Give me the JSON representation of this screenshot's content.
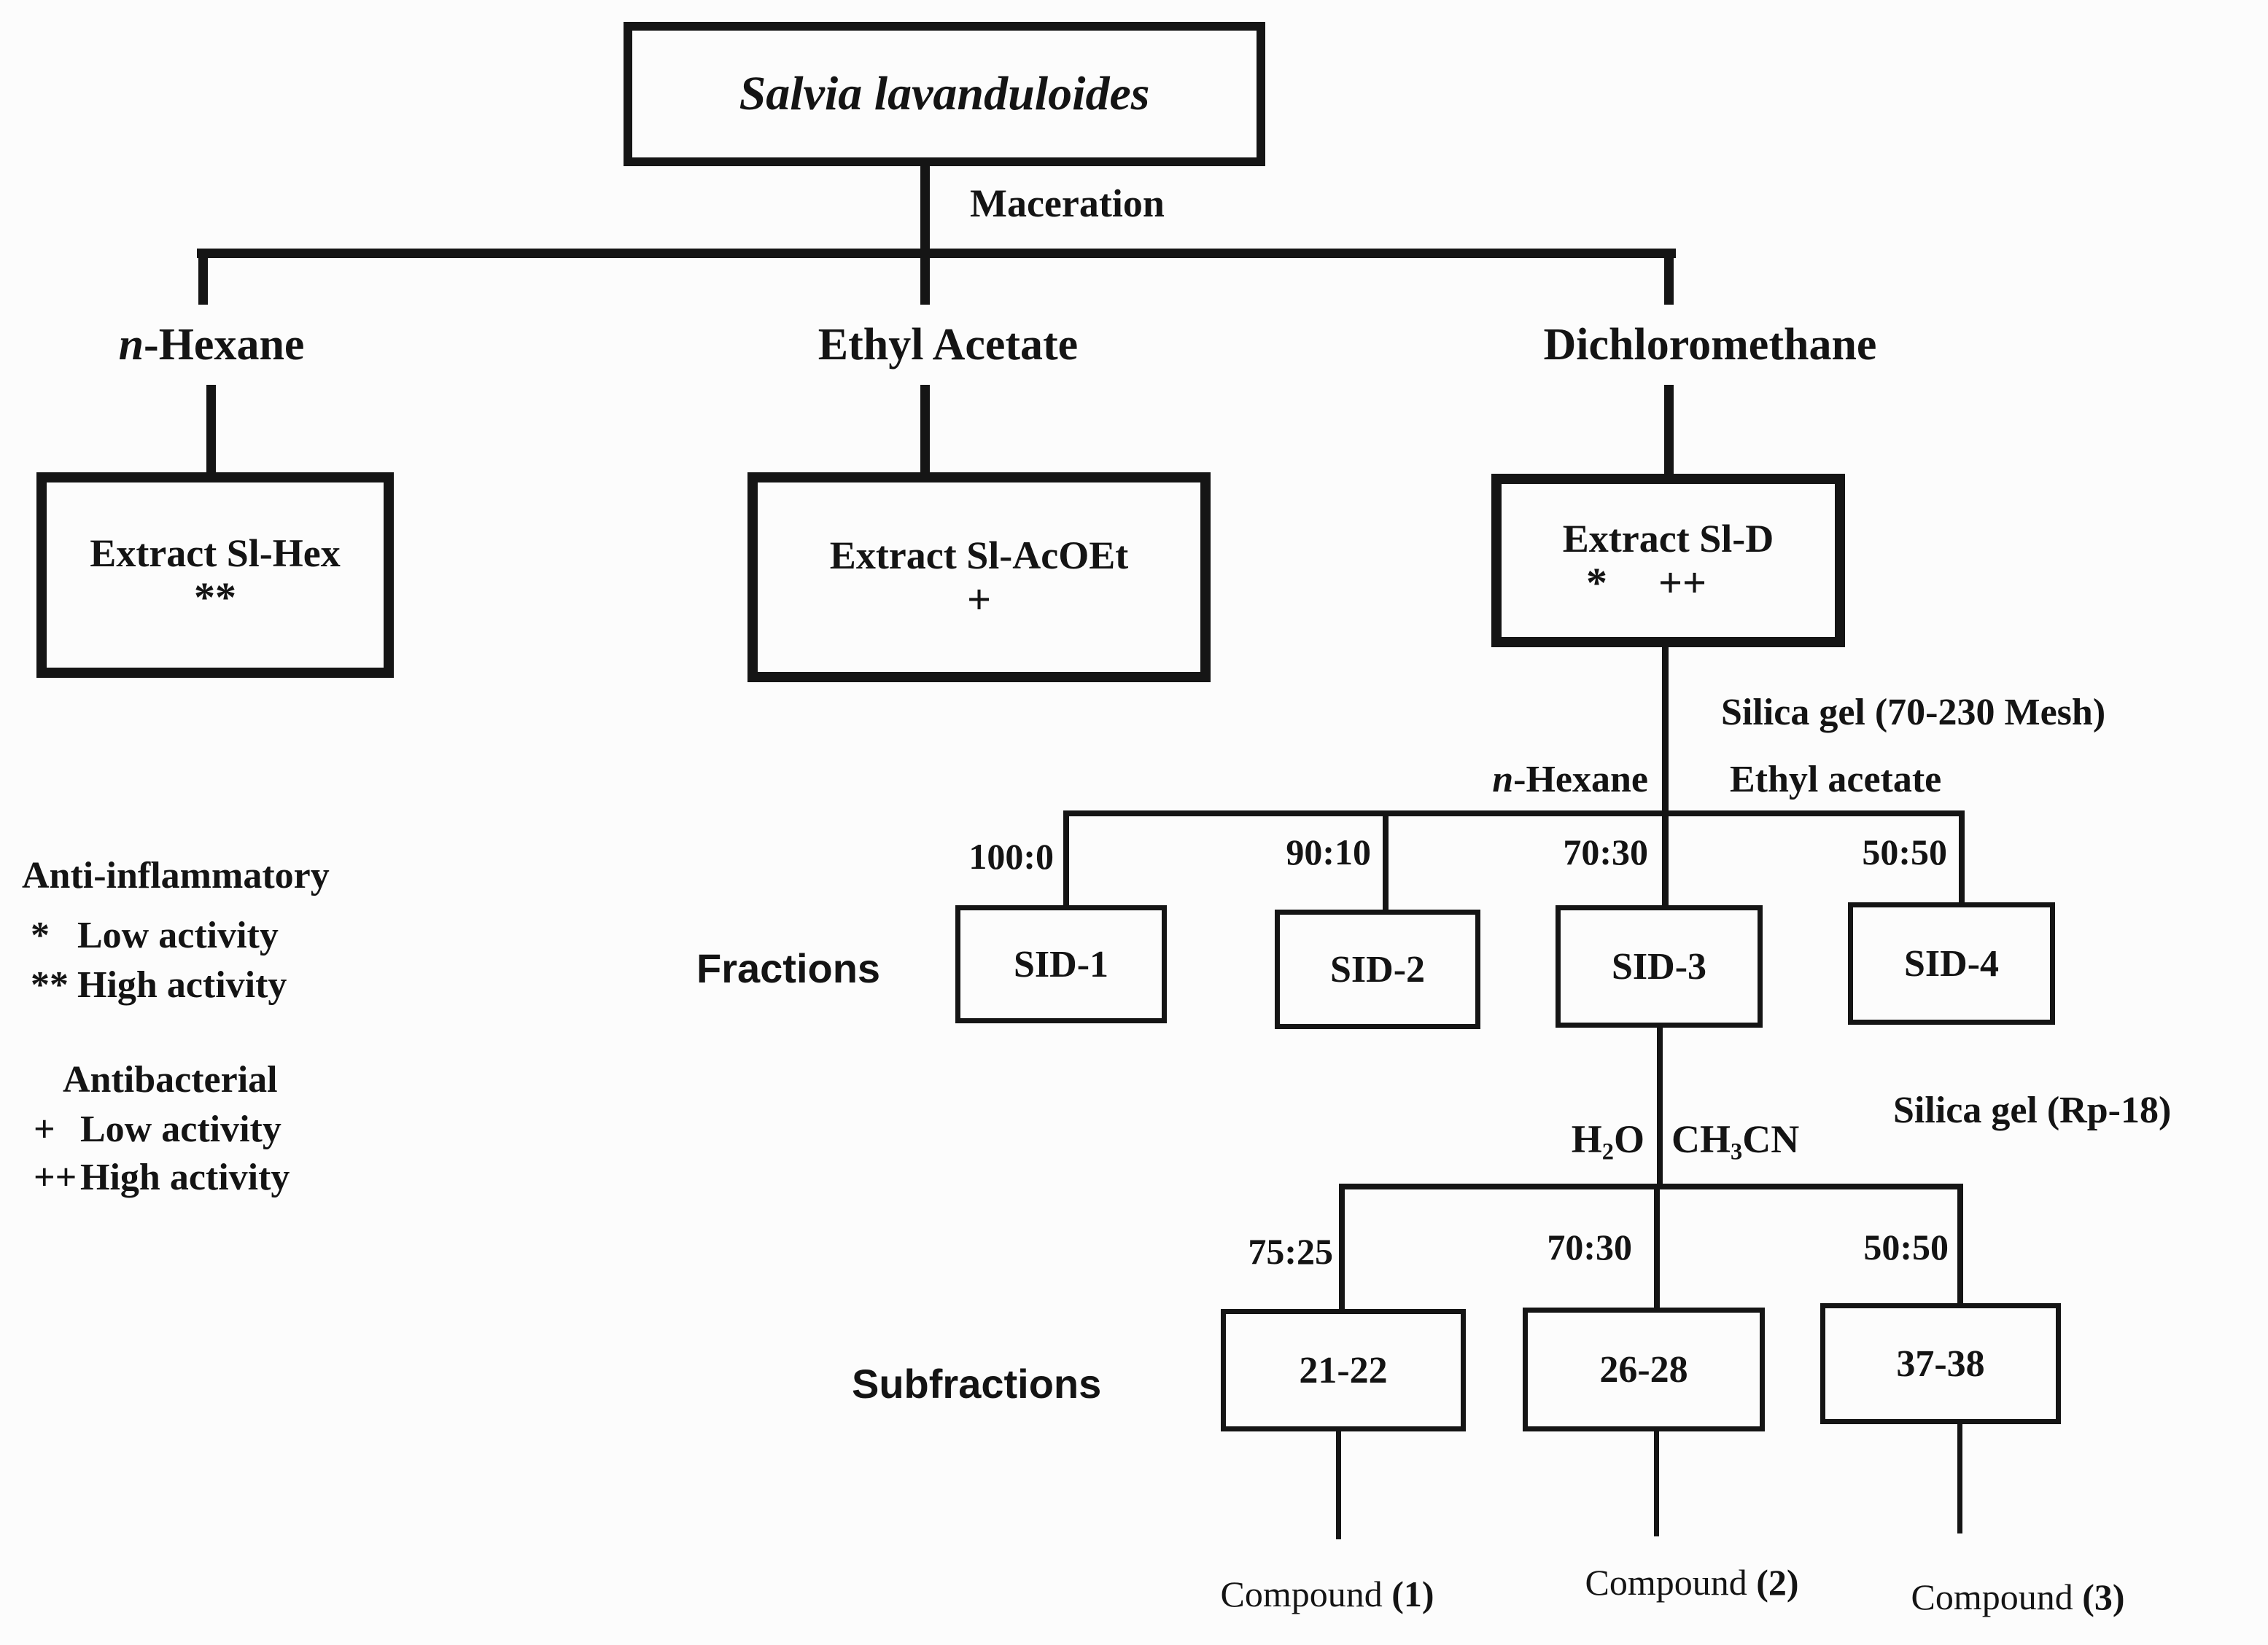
{
  "root": {
    "species": "Salvia lavanduloides",
    "process": "Maceration"
  },
  "extraction": {
    "hexane": {
      "solvent_italic": "n",
      "solvent_rest": "-Hexane",
      "extract_name": "Extract Sl-Hex",
      "activity": "**"
    },
    "ethyl_acetate": {
      "solvent": "Ethyl Acetate",
      "extract_name": "Extract Sl-AcOEt",
      "activity": "+"
    },
    "dichloromethane": {
      "solvent": "Dichloromethane",
      "extract_name": "Extract Sl-D",
      "activity_antiinflammatory": "*",
      "activity_antibacterial": "++"
    }
  },
  "fractionation": {
    "stationary_phase": "Silica gel (70-230 Mesh)",
    "eluent_left_italic": "n",
    "eluent_left_rest": "-Hexane",
    "eluent_right": "Ethyl acetate",
    "row_label": "Fractions",
    "items": [
      {
        "ratio": "100:0",
        "name": "SID-1"
      },
      {
        "ratio": "90:10",
        "name": "SID-2"
      },
      {
        "ratio": "70:30",
        "name": "SID-3"
      },
      {
        "ratio": "50:50",
        "name": "SID-4"
      }
    ]
  },
  "subfractionation": {
    "stationary_phase": "Silica gel (Rp-18)",
    "eluent_left": {
      "base": "H",
      "subscript": "2",
      "tail": "O"
    },
    "eluent_right": {
      "base": "CH",
      "subscript": "3",
      "tail": "CN"
    },
    "row_label": "Subfractions",
    "items": [
      {
        "ratio": "75:25",
        "name": "21-22",
        "compound_word": "Compound",
        "compound_number": "(1)"
      },
      {
        "ratio": "70:30",
        "name": "26-28",
        "compound_word": "Compound",
        "compound_number": "(2)"
      },
      {
        "ratio": "50:50",
        "name": "37-38",
        "compound_word": "Compound",
        "compound_number": "(3)"
      }
    ]
  },
  "legend": {
    "anti_inflammatory": {
      "title": "Anti-inflammatory",
      "entries": [
        {
          "symbol": "*",
          "label": "Low activity"
        },
        {
          "symbol": "**",
          "label": "High activity"
        }
      ]
    },
    "antibacterial": {
      "title": "Antibacterial",
      "entries": [
        {
          "symbol": "+",
          "label": "Low activity"
        },
        {
          "symbol": "++",
          "label": "High activity"
        }
      ]
    }
  },
  "colors": {
    "ink": "#151515",
    "background": "#fcfcfc"
  }
}
